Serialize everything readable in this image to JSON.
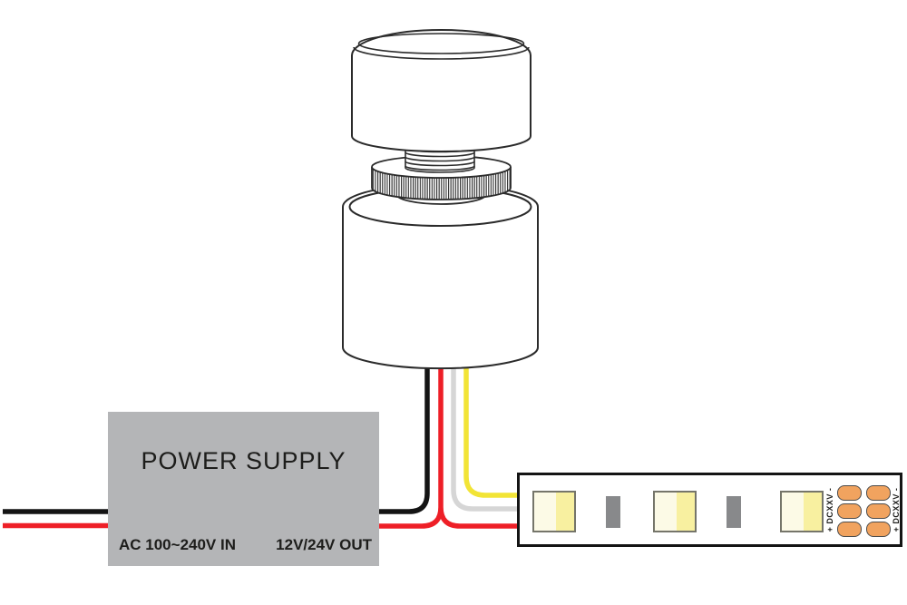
{
  "diagram": {
    "title": "led-dimmer-wiring-diagram",
    "background": "#ffffff",
    "line_color": "#2b2b2b"
  },
  "dimmer": {
    "name": "inline rotary knob dimmer",
    "parts": [
      "knob",
      "threaded-shaft",
      "knurled-nut",
      "body"
    ]
  },
  "power_supply": {
    "title": "POWER SUPPLY",
    "input_label": "AC 100~240V IN",
    "output_label": "12V/24V OUT",
    "bg_color": "#b4b5b7",
    "text_color": "#1d1d1b"
  },
  "led_strip": {
    "pad_label": "+ DCXXV -",
    "led_count": 3,
    "resistor_count": 2,
    "pad_rows": 3,
    "pad_cols": 2,
    "colors": {
      "led_left": "#fcfae6",
      "led_right": "#f8f0a0",
      "led_border": "#75756a",
      "resistor": "#88898b",
      "pad": "#f1a35f",
      "strip_border": "#141414"
    }
  },
  "wires": {
    "ac_input": [
      "black",
      "red"
    ],
    "dimmer_to_power_supply": [
      "black",
      "red"
    ],
    "dimmer_to_strip": [
      "yellow",
      "white",
      "red"
    ],
    "colors": {
      "black": "#141414",
      "red": "#ee1f27",
      "white": "#d6d6d6",
      "yellow": "#f2e436"
    }
  }
}
